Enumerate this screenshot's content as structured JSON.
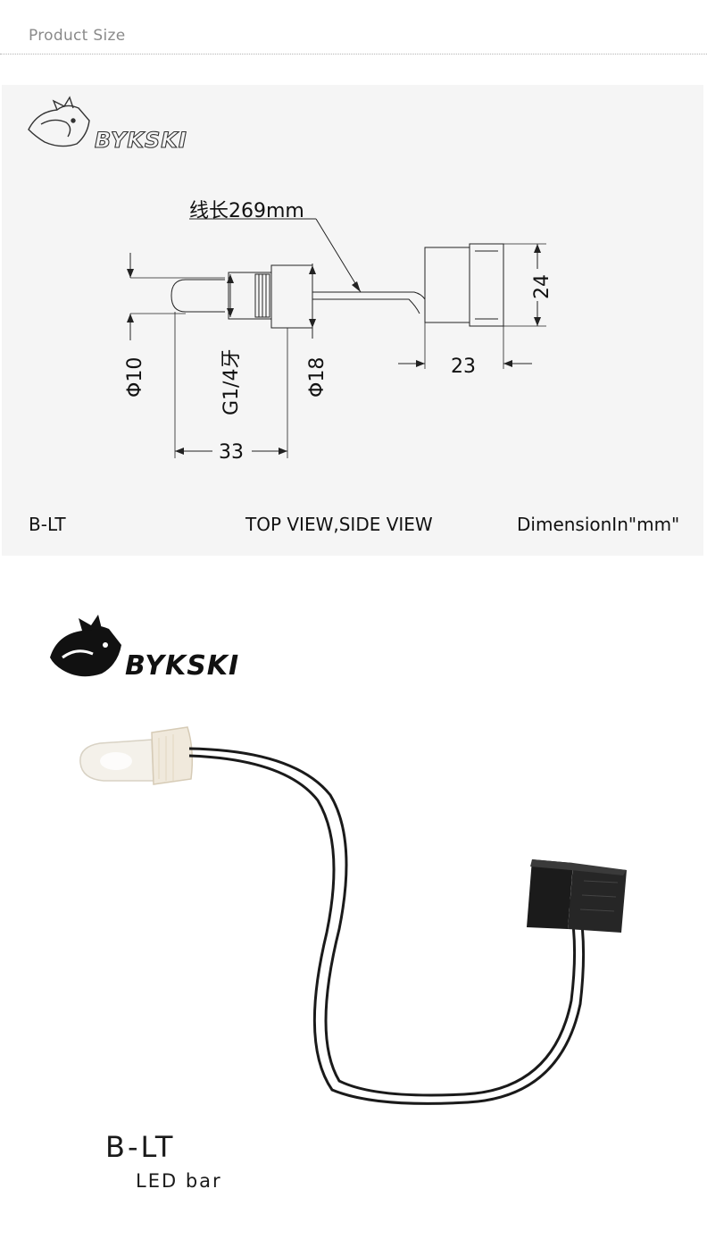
{
  "header": {
    "title": "Product Size"
  },
  "brand": {
    "logo_text": "BYKSKI"
  },
  "drawing": {
    "cable_length_label": "线长269mm",
    "dim_phi10": "Φ10",
    "dim_thread": "G1/4牙",
    "dim_phi18": "Φ18",
    "dim_33": "33",
    "dim_24": "24",
    "dim_23": "23"
  },
  "captions": {
    "model": "B-LT",
    "views": "TOP VIEW,SIDE VIEW",
    "units": "DimensionIn\"mm\""
  },
  "product": {
    "model": "B-LT",
    "description": "LED bar"
  },
  "colors": {
    "panel_bg": "#f5f5f5",
    "line": "#222222",
    "cable": "#1a1a1a",
    "header_text": "#8a8a8a"
  }
}
